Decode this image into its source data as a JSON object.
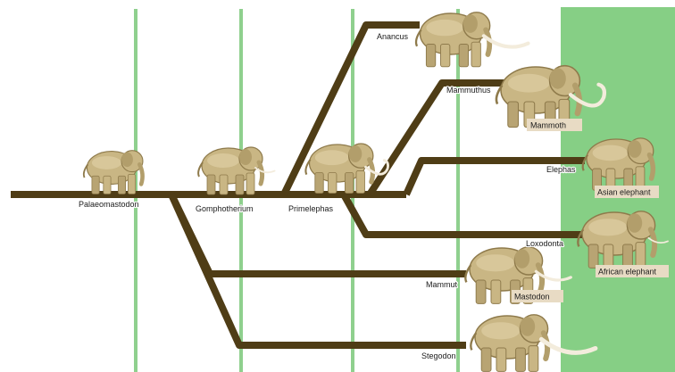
{
  "colors": {
    "background": "#ffffff",
    "present_band": "#86cf85",
    "time_lines": "#8fd08e",
    "branch": "#4f3d16",
    "animal_body": "#c9b684",
    "animal_shade": "#8e7a4b",
    "badge": "#e8dbc4"
  },
  "taxa": {
    "palaeomastodon": "Palaeomastodon",
    "gomphotherium": "Gomphotherium",
    "primelephas": "Primelephas",
    "anancus": "Anancus",
    "mammuthus": "Mammuthus",
    "elephas": "Elephas",
    "loxodonta": "Loxodonta",
    "mammut": "Mammut",
    "stegodon": "Stegodon"
  },
  "common_names": {
    "mammoth": "Mammoth",
    "asian_elephant": "Asian elephant",
    "african_elephant": "African elephant",
    "mastodon": "Mastodon"
  },
  "icons": {
    "animal": "proboscidean-silhouette"
  }
}
